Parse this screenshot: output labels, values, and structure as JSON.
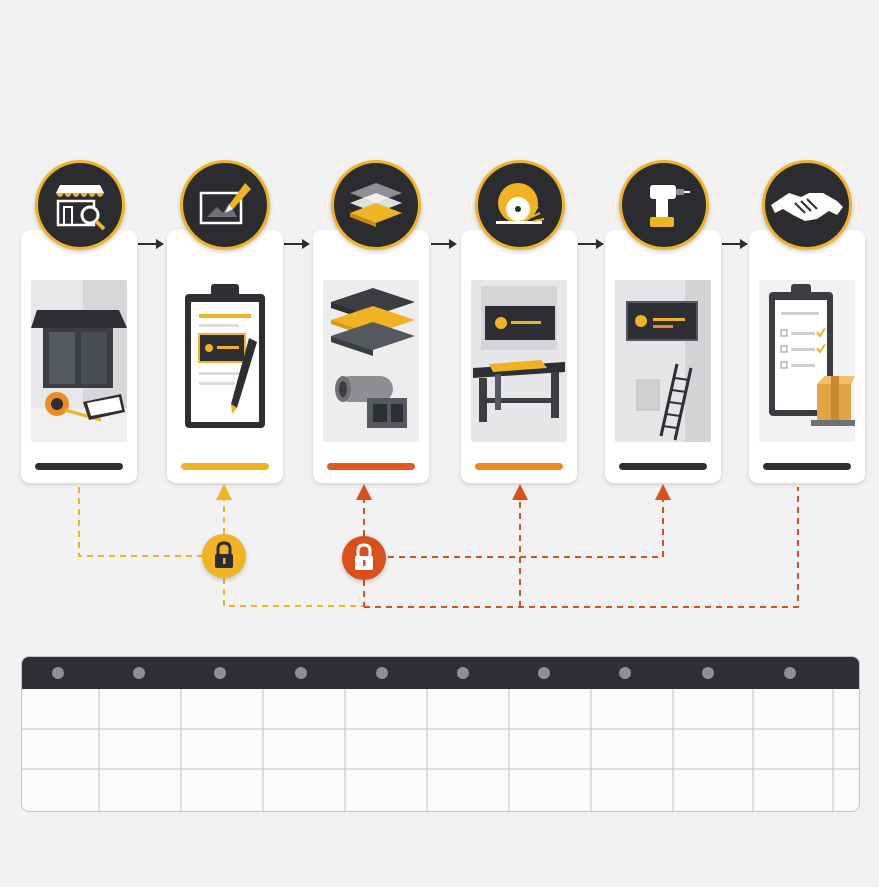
{
  "colors": {
    "background": "#f2f2f3",
    "dark": "#2a2c30",
    "yellow": "#f0b323",
    "orange": "#e85f1c",
    "amber": "#ef8a1f",
    "gray": "#8e8f93"
  },
  "stages": [
    {
      "icon": "shop-search-icon",
      "illustration": "storefront-with-tape-measure-and-clipboard",
      "bar_color": "#2d2f34"
    },
    {
      "icon": "design-pen-icon",
      "illustration": "clipboard-with-sign-design-and-pencil",
      "bar_color": "#f0b323"
    },
    {
      "icon": "material-layers-icon",
      "illustration": "sheet-materials-and-metal-tubes",
      "bar_color": "#e05a1b"
    },
    {
      "icon": "cutting-saw-icon",
      "illustration": "sign-panel-on-workbench",
      "bar_color": "#ef8a1f"
    },
    {
      "icon": "drill-icon",
      "illustration": "sign-installed-on-wall-with-ladder",
      "bar_color": "#2d2f34"
    },
    {
      "icon": "handshake-icon",
      "illustration": "checklist-clipboard-with-package",
      "bar_color": "#2d2f34"
    }
  ],
  "locks": [
    {
      "icon": "padlock-icon",
      "color": "#f0b323"
    },
    {
      "icon": "padlock-icon",
      "color": "#d9501b"
    }
  ],
  "calendar": {
    "columns": 10,
    "rows": 3
  }
}
